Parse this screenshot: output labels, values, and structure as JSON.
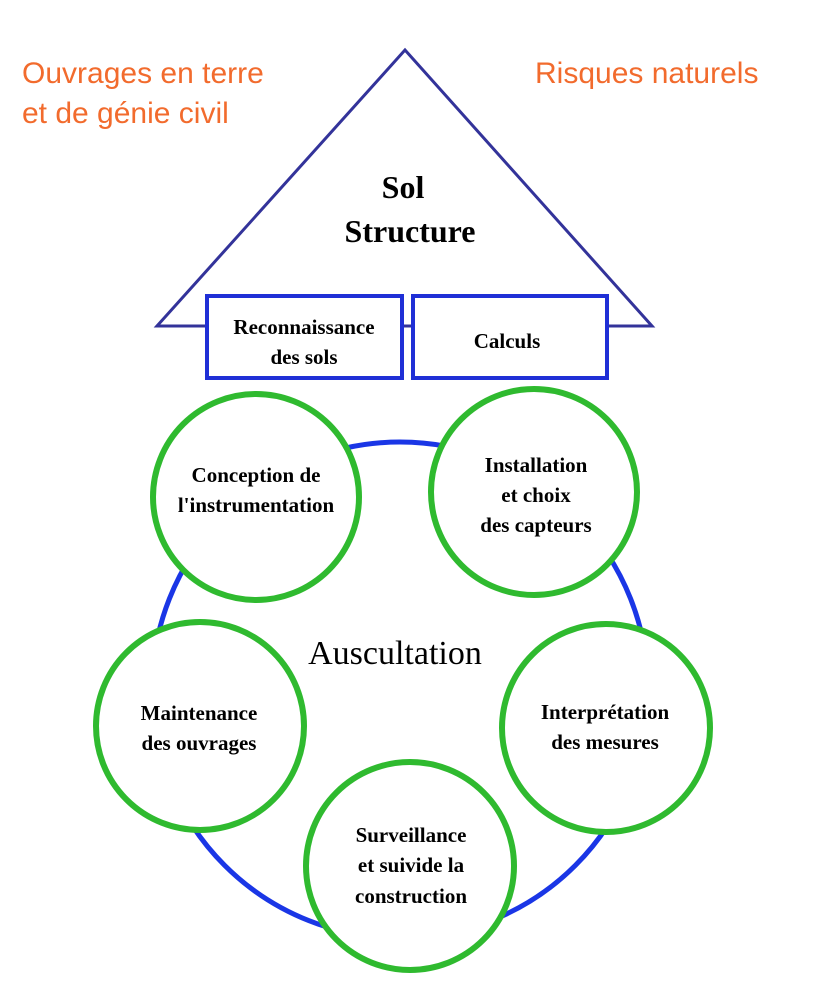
{
  "header": {
    "left_label_lines": [
      "Ouvrages en terre",
      "et de génie civil"
    ],
    "right_label": "Risques naturels"
  },
  "house": {
    "roof_lines": [
      "Sol",
      "Structure"
    ],
    "boxes": [
      {
        "lines": [
          "Reconnaissance",
          "des sols"
        ]
      },
      {
        "lines": [
          "Calculs"
        ]
      }
    ]
  },
  "cycle": {
    "center_label": "Auscultation",
    "steps": [
      {
        "lines": [
          "Conception de",
          "l'instrumentation"
        ]
      },
      {
        "lines": [
          "Installation",
          "et choix",
          "des capteurs"
        ]
      },
      {
        "lines": [
          "Interprétation",
          "des mesures"
        ]
      },
      {
        "lines": [
          "Surveillance",
          "et suivide la",
          "construction"
        ]
      },
      {
        "lines": [
          "Maintenance",
          "des ouvrages"
        ]
      }
    ]
  },
  "colors": {
    "title_orange": "#f26b2d",
    "roof_navy": "#33339a",
    "box_blue": "#1f2fd6",
    "ring_blue": "#1a36e6",
    "circle_green": "#2fba2f"
  }
}
